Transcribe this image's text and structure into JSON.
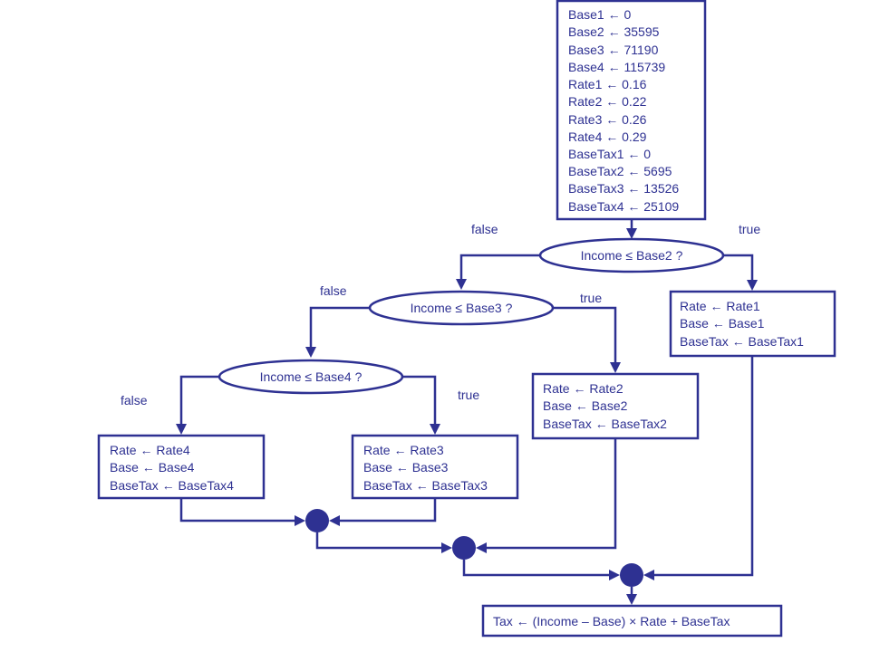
{
  "init": {
    "lines": [
      "Base1 ← 0",
      "Base2 ← 35595",
      "Base3 ← 71190",
      "Base4 ← 115739",
      "Rate1 ← 0.16",
      "Rate2 ← 0.22",
      "Rate3 ← 0.26",
      "Rate4 ← 0.29",
      "BaseTax1 ← 0",
      "BaseTax2 ← 5695",
      "BaseTax3 ← 13526",
      "BaseTax4 ← 25109"
    ]
  },
  "decisions": {
    "d1": "Income ≤ Base2 ?",
    "d2": "Income ≤ Base3 ?",
    "d3": "Income ≤ Base4 ?"
  },
  "branch_labels": {
    "d1_false": "false",
    "d1_true": "true",
    "d2_false": "false",
    "d2_true": "true",
    "d3_false": "false",
    "d3_true": "true"
  },
  "assignments": {
    "a1": [
      "Rate  ← Rate1",
      "Base ← Base1",
      "BaseTax ← BaseTax1"
    ],
    "a2": [
      "Rate  ← Rate2",
      "Base ← Base2",
      "BaseTax ← BaseTax2"
    ],
    "a3": [
      "Rate  ← Rate3",
      "Base ← Base3",
      "BaseTax ← BaseTax3"
    ],
    "a4": [
      "Rate  ← Rate4",
      "Base ← Base4",
      "BaseTax ← BaseTax4"
    ]
  },
  "final": {
    "text": "Tax  ← (Income – Base) × Rate + BaseTax"
  },
  "colors": {
    "stroke": "#2e3192",
    "background": "#ffffff"
  }
}
